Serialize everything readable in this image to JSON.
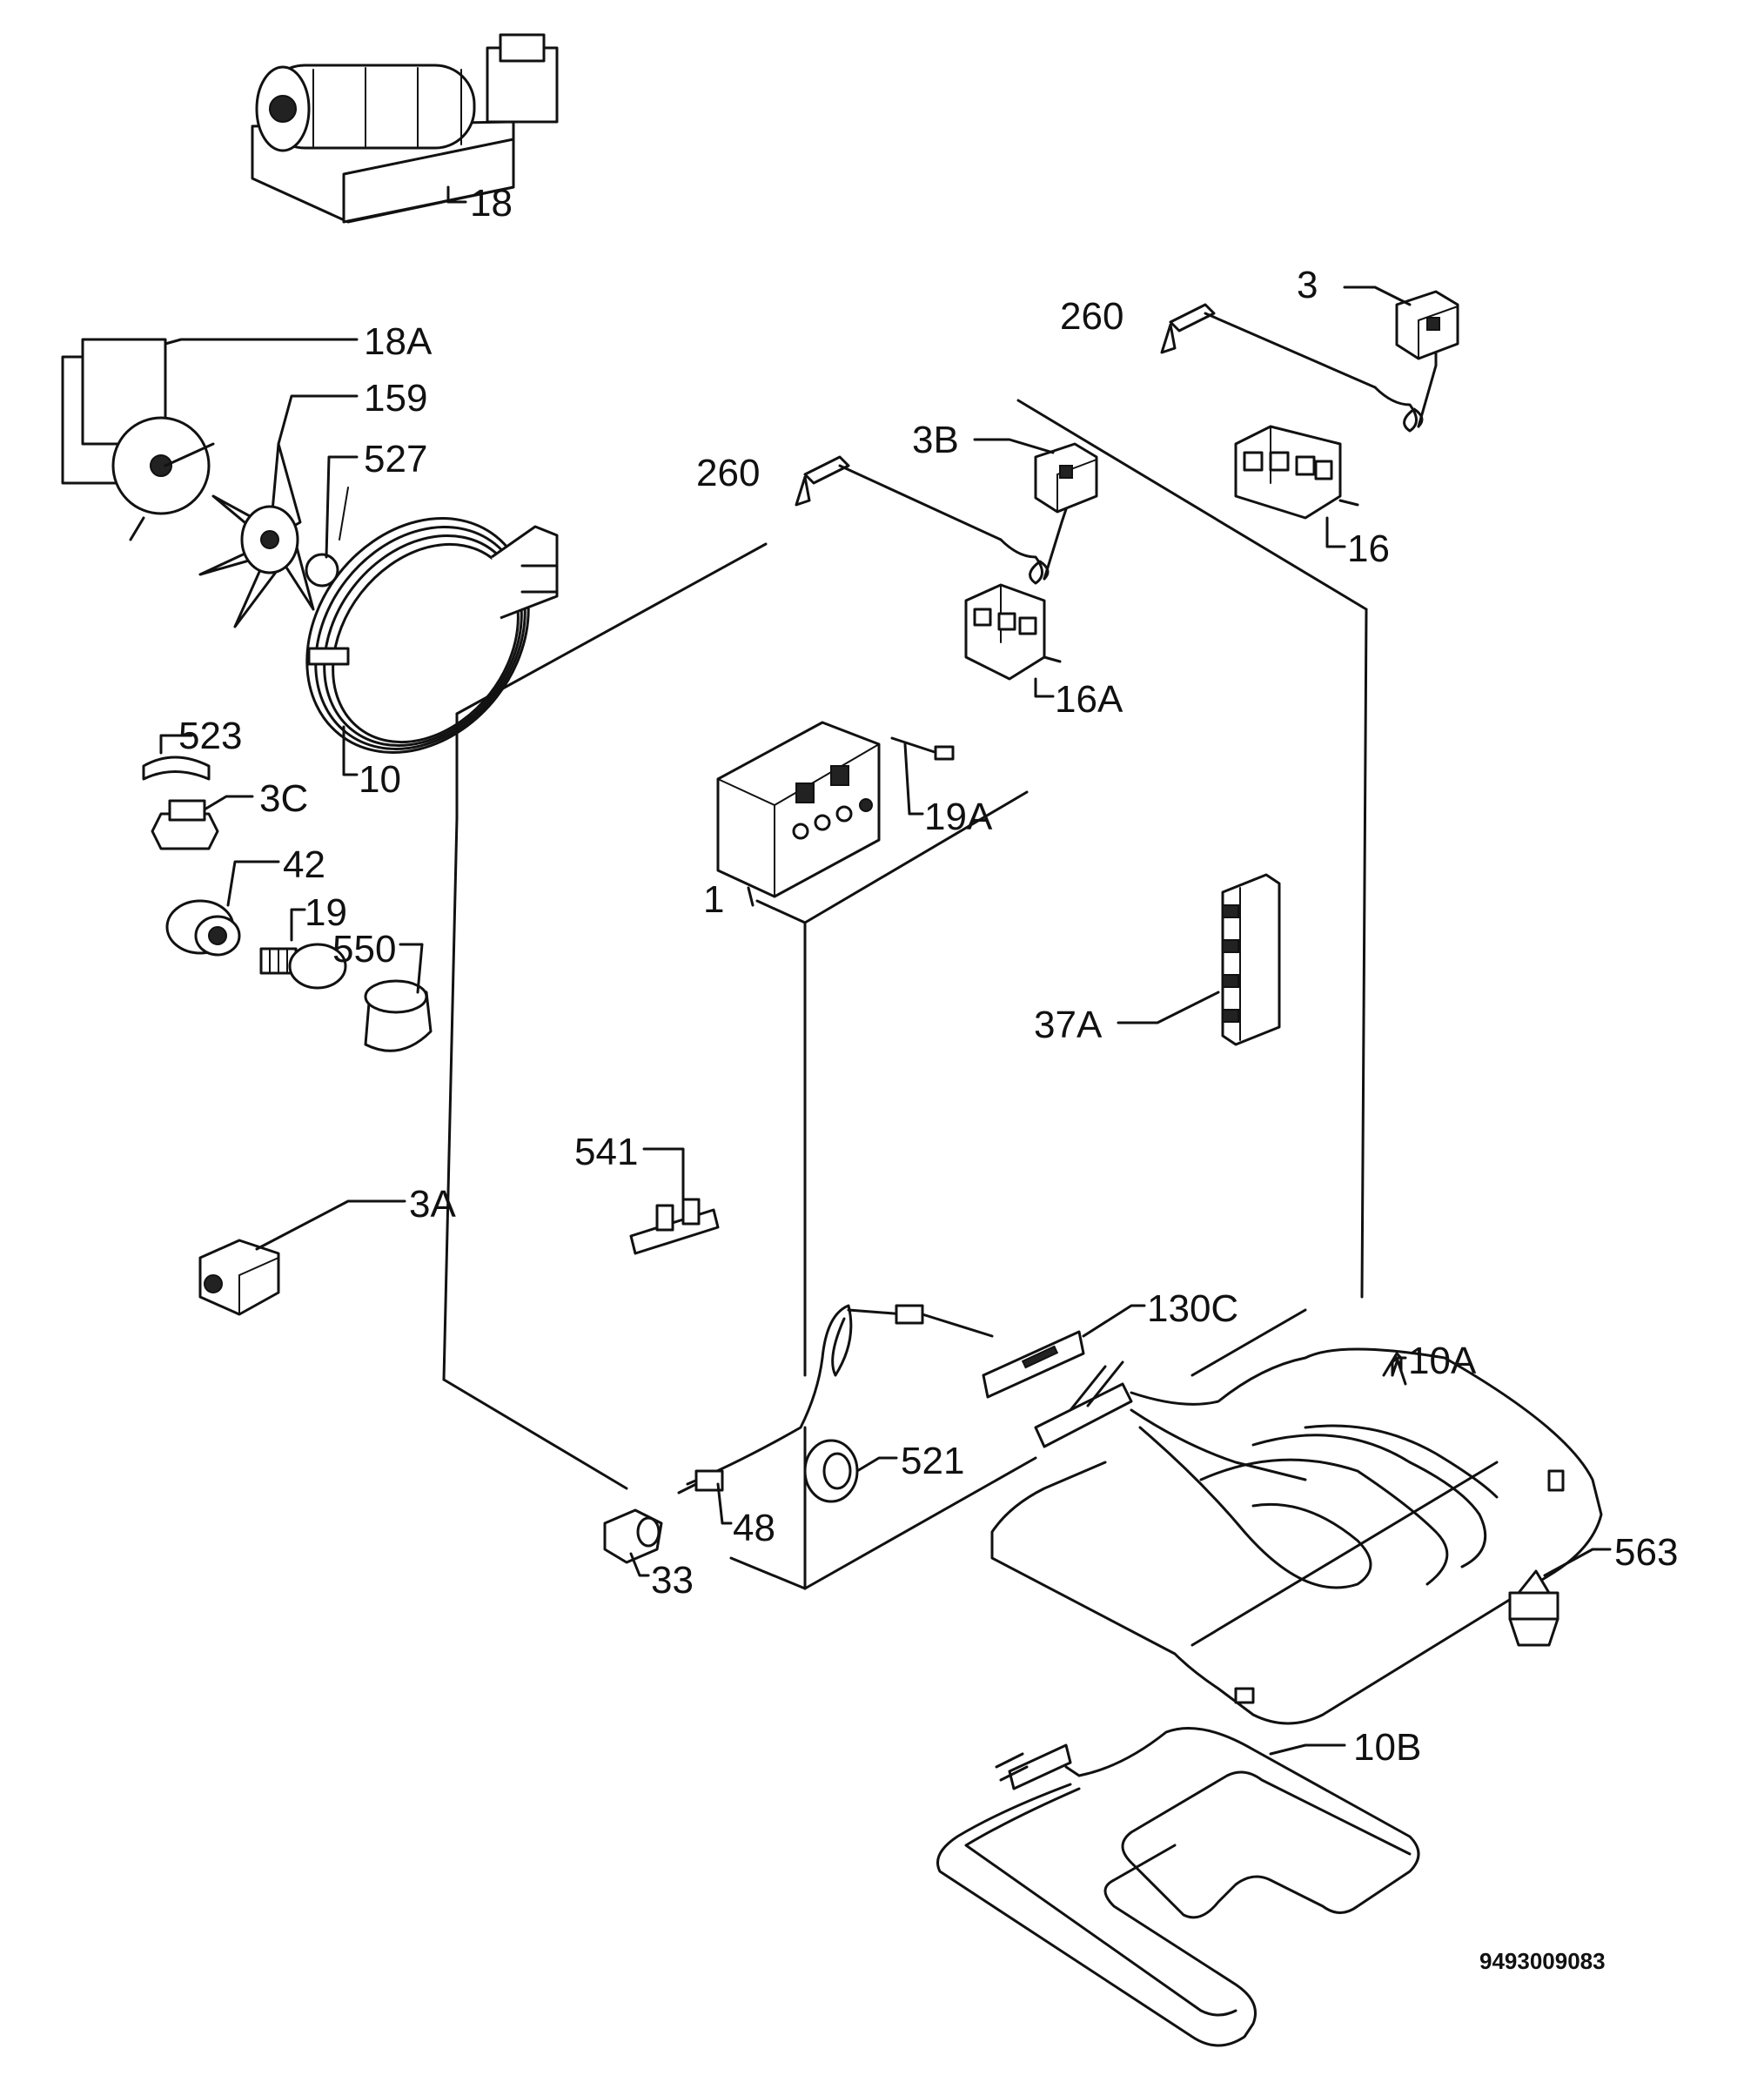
{
  "labels": {
    "l18": "18",
    "l18a": "18A",
    "l159": "159",
    "l527": "527",
    "l10": "10",
    "l523": "523",
    "l3c": "3C",
    "l42": "42",
    "l19": "19",
    "l550": "550",
    "l3a": "3A",
    "l541": "541",
    "l1": "1",
    "l19a": "19A",
    "l260a": "260",
    "l3b": "3B",
    "l16a": "16A",
    "l260b": "260",
    "l3": "3",
    "l16": "16",
    "l37a": "37A",
    "l130c": "130C",
    "l10a": "10A",
    "l521": "521",
    "l48": "48",
    "l33": "33",
    "l563": "563",
    "l10b": "10B"
  },
  "document_code": "9493009083"
}
